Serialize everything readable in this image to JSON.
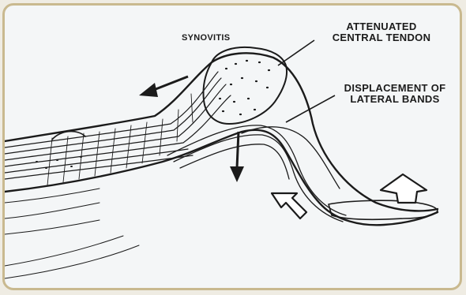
{
  "labels": {
    "synovitis": "SYNOVITIS",
    "attenuated_line1": "ATTENUATED",
    "attenuated_line2": "CENTRAL TENDON",
    "displacement_line1": "DISPLACEMENT OF",
    "displacement_line2": "LATERAL BANDS"
  },
  "colors": {
    "frame_border": "#c9b98f",
    "background": "#f4f6f7",
    "ink": "#1b1b1b"
  },
  "icons": [
    "left-arrow-icon",
    "down-arrow-icon",
    "hollow-arrow-icon"
  ]
}
